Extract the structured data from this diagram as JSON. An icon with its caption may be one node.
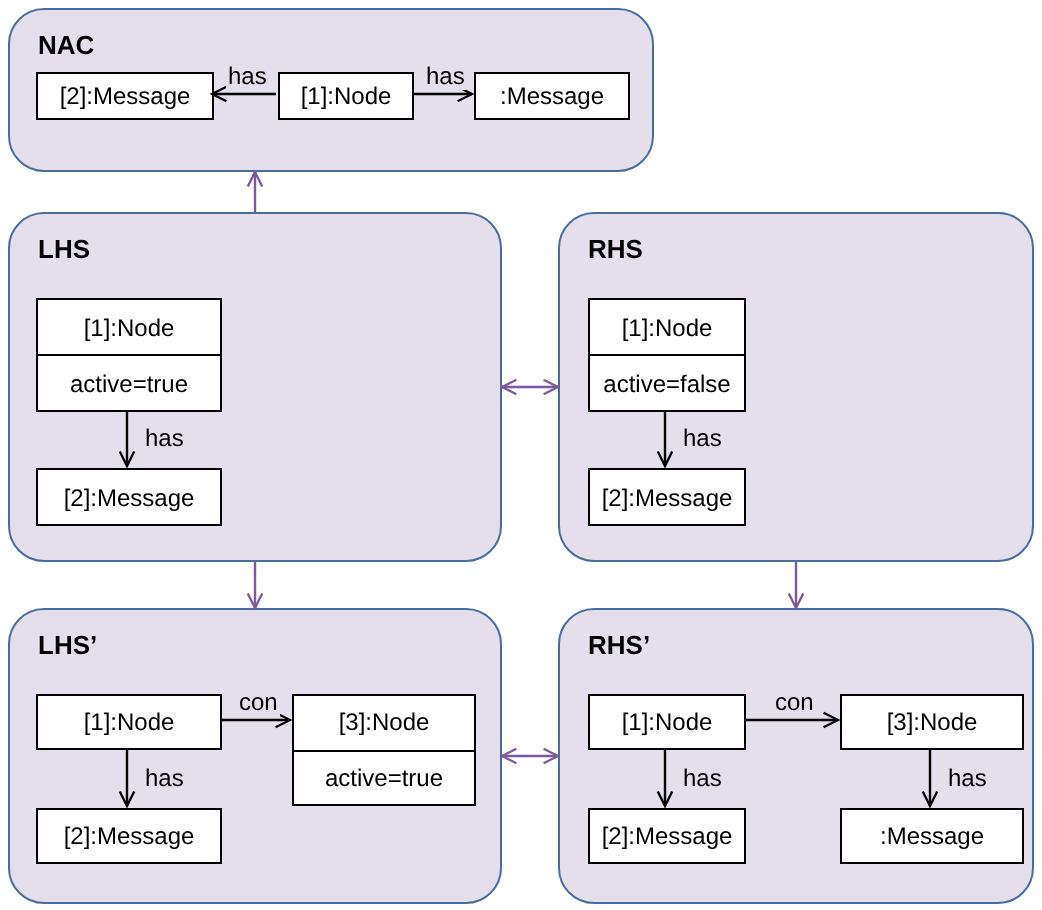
{
  "diagram": {
    "nodes": [
      {
        "text": [
          "NAC"
        ]
      },
      {
        "text": [
          "[2]:Message"
        ],
        "in": 0
      },
      {
        "text": [
          "[1]:Node"
        ],
        "in": 0
      },
      {
        "text": [
          ":Message"
        ],
        "in": 0
      },
      {
        "text": [
          "LHS"
        ]
      },
      {
        "text": [
          "[1]:Node",
          "active=true"
        ],
        "in": 4
      },
      {
        "text": [
          "[2]:Message"
        ],
        "in": 4
      },
      {
        "text": [
          "RHS"
        ]
      },
      {
        "text": [
          "[1]:Node",
          "active=false"
        ],
        "in": 7
      },
      {
        "text": [
          "[2]:Message"
        ],
        "in": 7
      },
      {
        "text": [
          "LHS’"
        ]
      },
      {
        "text": [
          "[1]:Node"
        ],
        "in": 10
      },
      {
        "text": [
          "[3]:Node",
          "active=true"
        ],
        "in": 10
      },
      {
        "text": [
          "[2]:Message"
        ],
        "in": 10
      },
      {
        "text": [
          "RHS’"
        ]
      },
      {
        "text": [
          "[1]:Node"
        ],
        "in": 14
      },
      {
        "text": [
          "[3]:Node"
        ],
        "in": 14
      },
      {
        "text": [
          "[2]:Message"
        ],
        "in": 14
      },
      {
        "text": [
          ":Message"
        ],
        "in": 14
      }
    ],
    "edges": [
      {
        "from": 2,
        "to": 1,
        "arrow": "to",
        "label": "has"
      },
      {
        "from": 2,
        "to": 3,
        "arrow": "to",
        "label": "has"
      },
      {
        "from": 4,
        "to": 0,
        "arrow": "to",
        "color": "#7a5a9c"
      },
      {
        "from": 4,
        "to": 7,
        "arrow": "both",
        "color": "#7a5a9c"
      },
      {
        "from": 5,
        "to": 6,
        "arrow": "to",
        "label": "has"
      },
      {
        "from": 8,
        "to": 9,
        "arrow": "to",
        "label": "has"
      },
      {
        "from": 4,
        "to": 10,
        "arrow": "to",
        "color": "#7a5a9c"
      },
      {
        "from": 7,
        "to": 14,
        "arrow": "to",
        "color": "#7a5a9c"
      },
      {
        "from": 10,
        "to": 14,
        "arrow": "both",
        "color": "#7a5a9c"
      },
      {
        "from": 11,
        "to": 12,
        "arrow": "to",
        "label": "con"
      },
      {
        "from": 11,
        "to": 13,
        "arrow": "to",
        "label": "has"
      },
      {
        "from": 15,
        "to": 16,
        "arrow": "to",
        "label": "con"
      },
      {
        "from": 15,
        "to": 17,
        "arrow": "to",
        "label": "has"
      },
      {
        "from": 16,
        "to": 18,
        "arrow": "to",
        "label": "has"
      }
    ]
  }
}
